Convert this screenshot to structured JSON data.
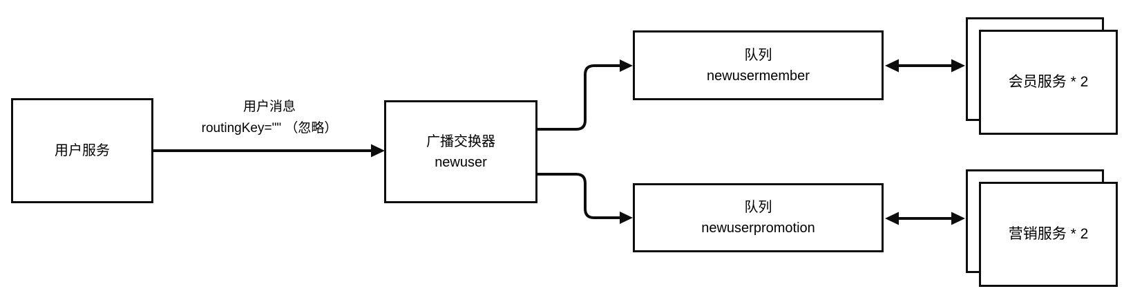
{
  "diagram": {
    "producer": {
      "label": "用户服务"
    },
    "message_arrow": {
      "line1": "用户消息",
      "line2": "routingKey=\"\" （忽略）"
    },
    "exchange": {
      "line1": "广播交换器",
      "line2": "newuser"
    },
    "queues": [
      {
        "line1": "队列",
        "line2": "newusermember"
      },
      {
        "line1": "队列",
        "line2": "newuserpromotion"
      }
    ],
    "consumers": [
      {
        "label": "会员服务 * 2"
      },
      {
        "label": "营销服务 * 2"
      }
    ],
    "colors": {
      "stroke": "#0d0d0d",
      "background": "#ffffff",
      "text": "#000000"
    }
  }
}
